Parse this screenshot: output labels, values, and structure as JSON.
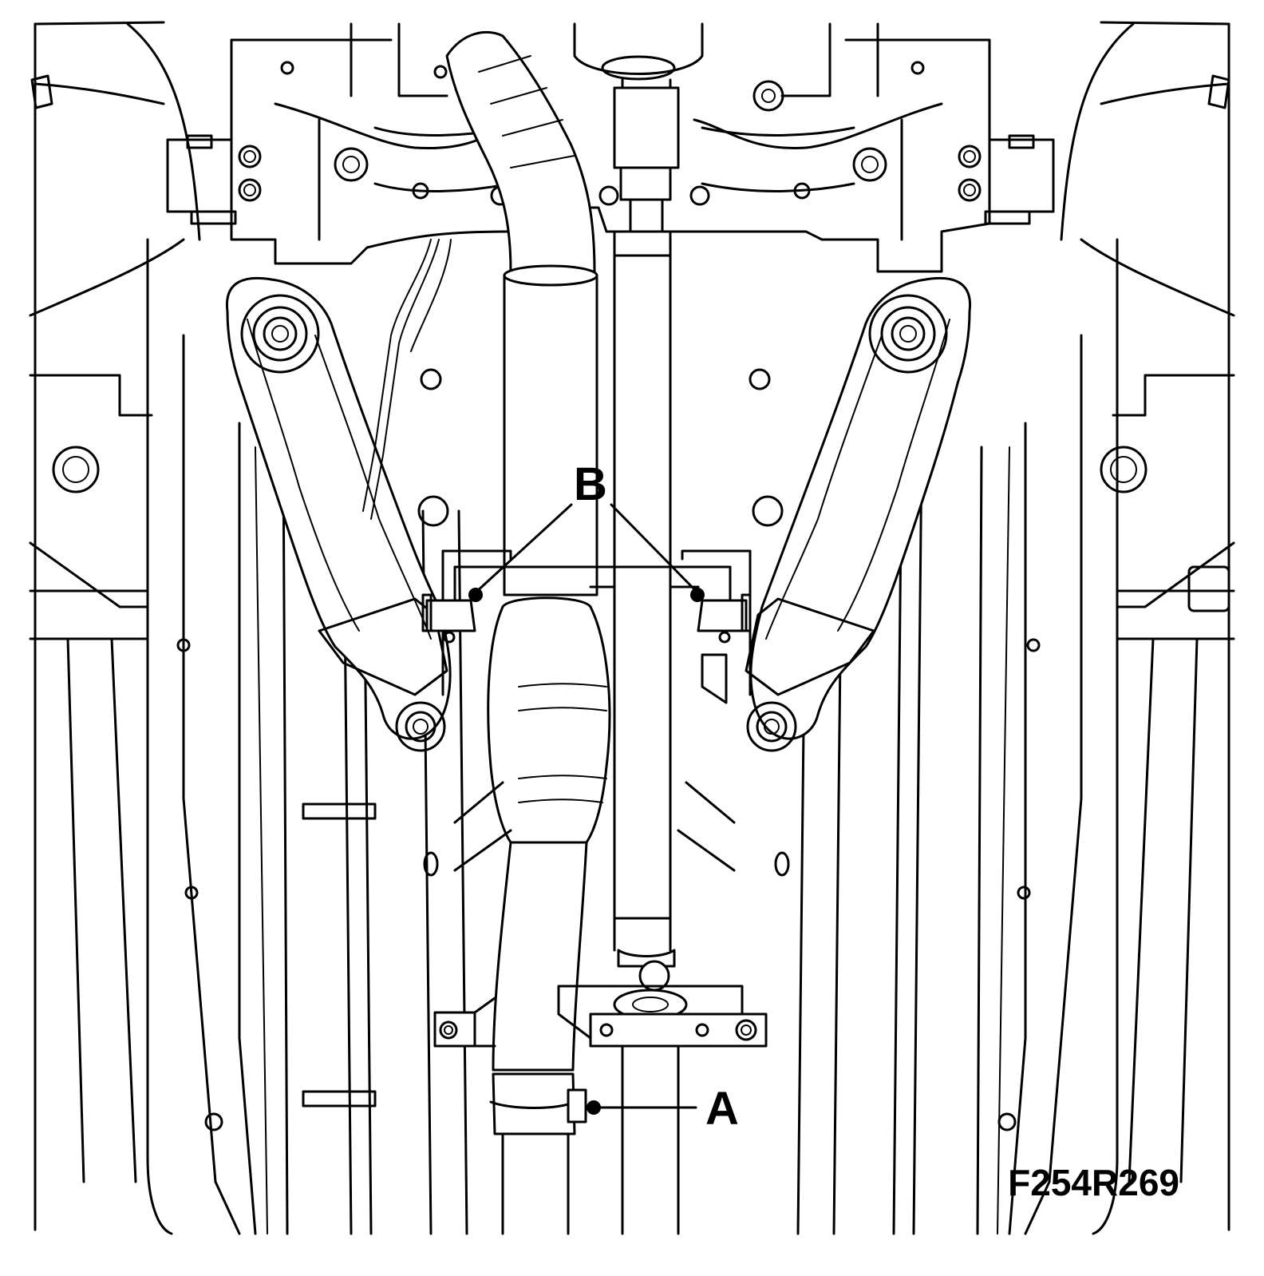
{
  "figure": {
    "callouts": {
      "a": {
        "label": "A"
      },
      "b": {
        "label": "B"
      }
    },
    "figure_id": "F254R269"
  },
  "colors": {
    "line": "#000000",
    "background": "#ffffff"
  }
}
